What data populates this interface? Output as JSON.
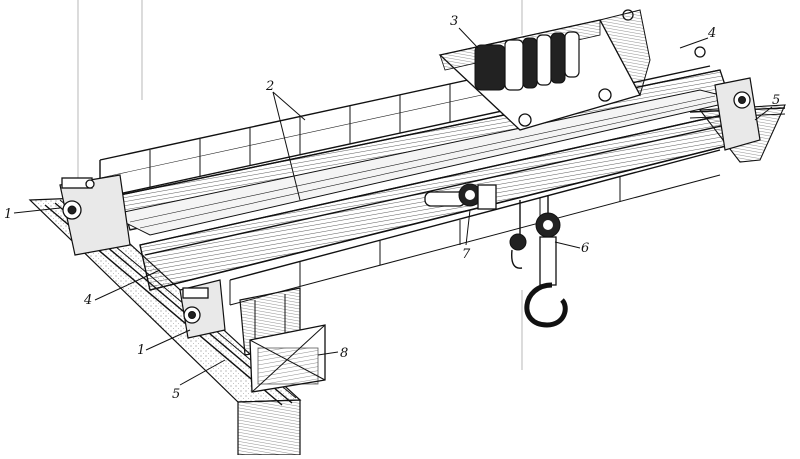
{
  "figure": {
    "labels": [
      {
        "id": "l1a",
        "text": "1"
      },
      {
        "id": "l1b",
        "text": "1"
      },
      {
        "id": "l2",
        "text": "2"
      },
      {
        "id": "l3",
        "text": "3"
      },
      {
        "id": "l4a",
        "text": "4"
      },
      {
        "id": "l4b",
        "text": "4"
      },
      {
        "id": "l5a",
        "text": "5"
      },
      {
        "id": "l5b",
        "text": "5"
      },
      {
        "id": "l6",
        "text": "6"
      },
      {
        "id": "l7",
        "text": "7"
      },
      {
        "id": "l8",
        "text": "8"
      }
    ]
  }
}
